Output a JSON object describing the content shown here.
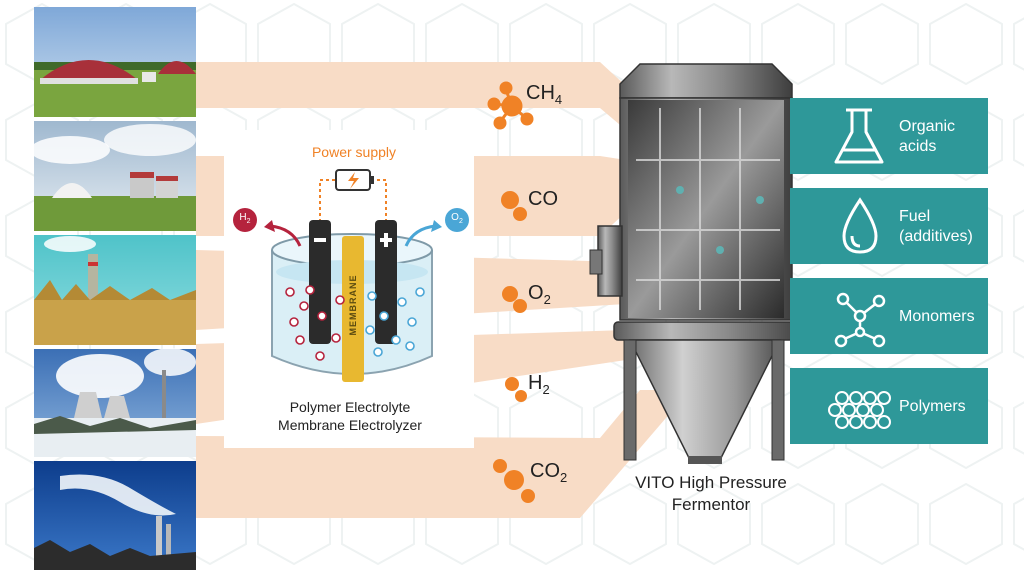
{
  "colors": {
    "peach": "#f8dcc6",
    "orange": "#f08226",
    "teal": "#2e9899",
    "steel": "#4a4a4a",
    "h2_red": "#b5233d",
    "o2_blue": "#4aa6d6"
  },
  "electrolyzer": {
    "power_label": "Power supply",
    "membrane_label": "MEMBRANE",
    "h2_badge": "H",
    "h2_badge_sub": "2",
    "o2_badge": "O",
    "o2_badge_sub": "2",
    "caption_line1": "Polymer Electrolyte",
    "caption_line2": "Membrane Electrolyzer"
  },
  "gases": [
    {
      "main": "CH",
      "sub": "4"
    },
    {
      "main": "CO",
      "sub": ""
    },
    {
      "main": "O",
      "sub": "2"
    },
    {
      "main": "H",
      "sub": "2"
    },
    {
      "main": "CO",
      "sub": "2"
    }
  ],
  "fermentor": {
    "line1": "VITO High Pressure",
    "line2": "Fermentor"
  },
  "products": [
    {
      "line1": "Organic",
      "line2": "acids",
      "icon": "flask-icon"
    },
    {
      "line1": "Fuel",
      "line2": "(additives)",
      "icon": "drop-icon"
    },
    {
      "line1": "Monomers",
      "line2": "",
      "icon": "molecule-icon"
    },
    {
      "line1": "Polymers",
      "line2": "",
      "icon": "hexagon-cluster-icon"
    }
  ],
  "sources": [
    {
      "icon": "biogas-plant-photo"
    },
    {
      "icon": "biogas-tanks-photo"
    },
    {
      "icon": "chimney-photo"
    },
    {
      "icon": "cooling-towers-photo"
    },
    {
      "icon": "smokestacks-photo"
    }
  ]
}
